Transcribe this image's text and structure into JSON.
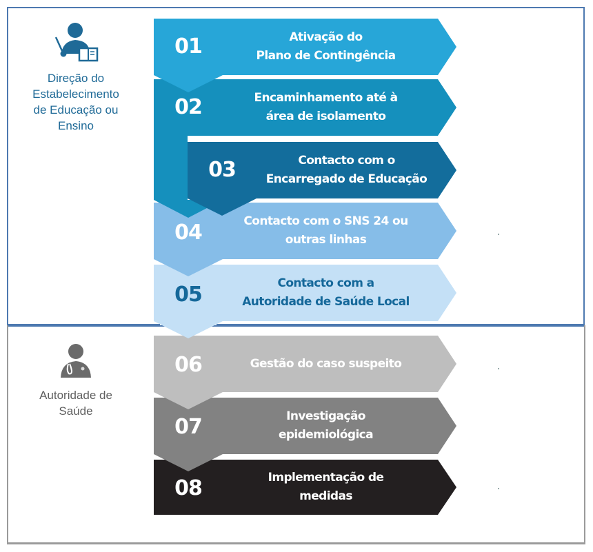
{
  "actors": {
    "direction": {
      "label": "Direção do\nEstabelecimento\nde Educação ou\nEnsino",
      "icon": "teacher-with-book-icon",
      "color": "#1f6a97"
    },
    "health_authority": {
      "label": "Autoridade de\nSaúde",
      "icon": "doctor-with-stethoscope-icon",
      "color": "#5f5f5f"
    }
  },
  "frames": {
    "top_border_color": "#4d79b0",
    "bottom_border_color": "#9a9a9a"
  },
  "steps": [
    {
      "number": "01",
      "text": "Ativação do\nPlano de Contingência",
      "color": "#27a6d8",
      "text_color": "#ffffff",
      "owner": "direction"
    },
    {
      "number": "02",
      "text": "Encaminhamento até à\nárea de isolamento",
      "color": "#1590bd",
      "text_color": "#ffffff",
      "owner": "direction"
    },
    {
      "number": "03",
      "text": "Contacto com o\nEncarregado de Educação",
      "color": "#136d9c",
      "text_color": "#ffffff",
      "owner": "direction"
    },
    {
      "number": "04",
      "text": "Contacto com o SNS 24 ou\noutras linhas",
      "color": "#86bde8",
      "text_color": "#ffffff",
      "owner": "direction"
    },
    {
      "number": "05",
      "text": "Contacto com a\nAutoridade de Saúde Local",
      "color": "#c4e0f6",
      "text_color": "#15689a",
      "owner": "direction"
    },
    {
      "number": "06",
      "text": "Gestão do caso suspeito",
      "color": "#bebebe",
      "text_color": "#ffffff",
      "owner": "health_authority"
    },
    {
      "number": "07",
      "text": "Investigação\nepidemiológica",
      "color": "#828282",
      "text_color": "#ffffff",
      "owner": "health_authority"
    },
    {
      "number": "08",
      "text": "Implementação de\nmedidas",
      "color": "#231f20",
      "text_color": "#ffffff",
      "owner": "health_authority"
    }
  ]
}
